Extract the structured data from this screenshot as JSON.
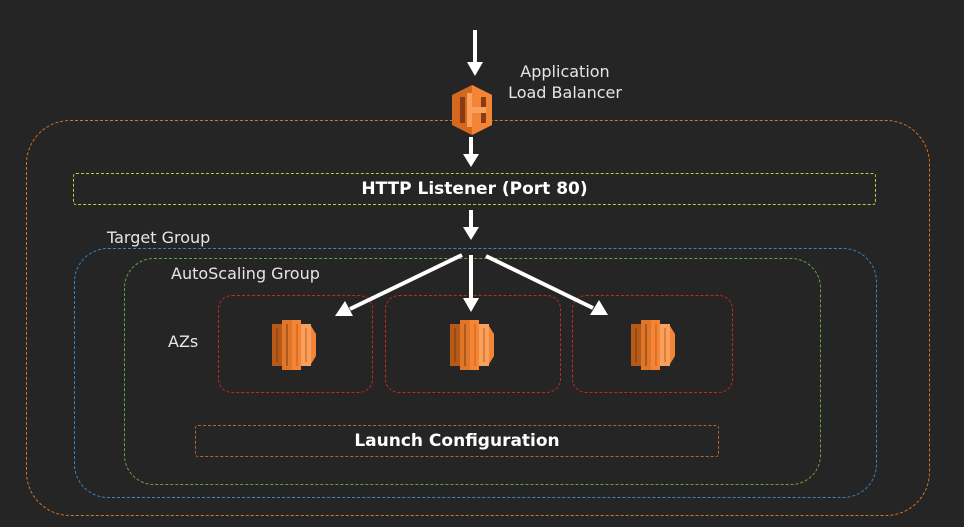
{
  "load_balancer": {
    "line1": "Application",
    "line2": "Load Balancer",
    "icon": "elastic-load-balancing-icon"
  },
  "listener": {
    "label": "HTTP Listener (Port 80)"
  },
  "target_group": {
    "label": "Target Group"
  },
  "autoscaling_group": {
    "label": "AutoScaling Group"
  },
  "azs": {
    "label": "AZs",
    "instance_icon": "ec2-instance-icon",
    "count": 3
  },
  "launch_configuration": {
    "label": "Launch Configuration"
  },
  "colors": {
    "background": "#252525",
    "outer_border": "#d9751f",
    "listener_border": "#c7c83a",
    "target_group_border": "#3a86c4",
    "autoscaling_border": "#69a33f",
    "az_border": "#c22a23",
    "launch_border": "#b8642c",
    "icon_orange": "#f58536",
    "arrow": "#ffffff"
  }
}
